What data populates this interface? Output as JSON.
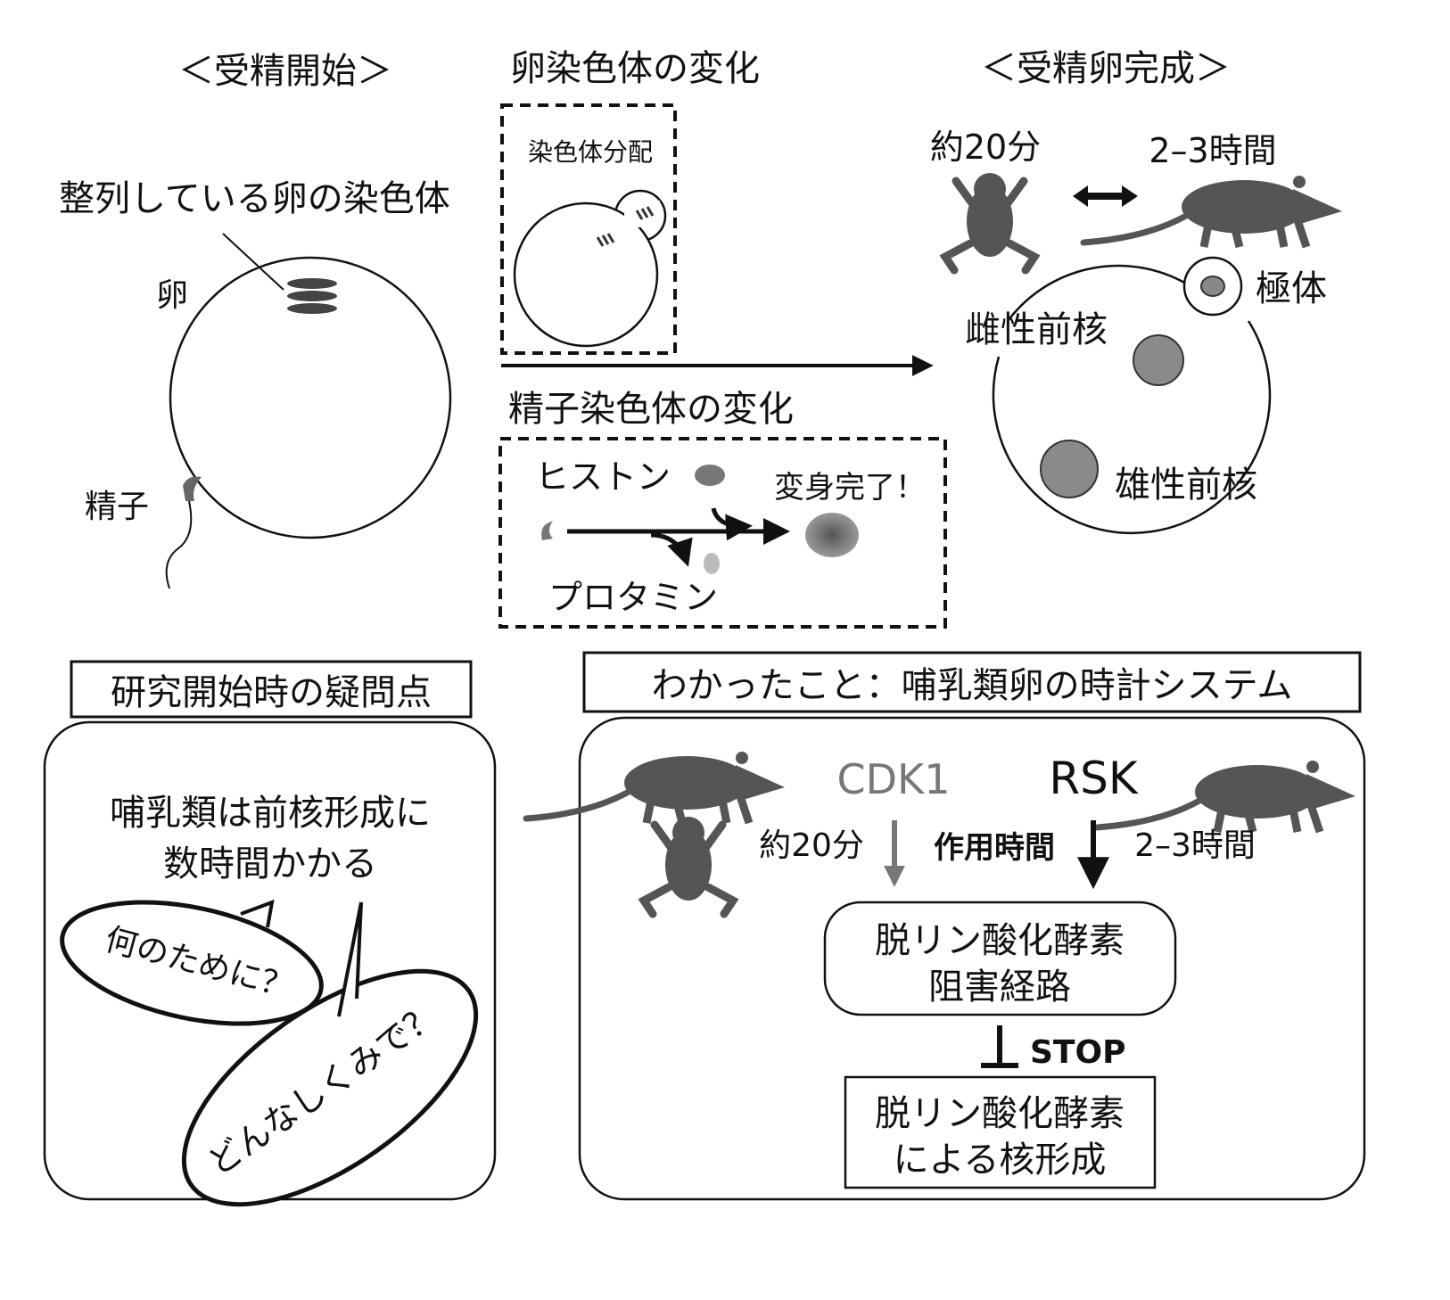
{
  "top": {
    "fertilization_start_title": "＜受精開始＞",
    "egg_chromosome_change_title": "卵染色体の変化",
    "zygote_complete_title": "＜受精卵完成＞",
    "aligned_chromosomes_label": "整列している卵の染色体",
    "egg_label": "卵",
    "sperm_label": "精子",
    "chromosome_distribution_label": "染色体分配",
    "sperm_chromosome_change_title": "精子染色体の変化",
    "histone_label": "ヒストン",
    "protamine_label": "プロタミン",
    "transformation_complete_label": "変身完了！",
    "frog_time_label": "約20分",
    "mouse_time_label": "2–3時間",
    "polar_body_label": "極体",
    "female_pronucleus_label": "雌性前核",
    "male_pronucleus_label": "雄性前核"
  },
  "questions": {
    "title": "研究開始時の疑問点",
    "statement_line1": "哺乳類は前核形成に",
    "statement_line2": "数時間かかる",
    "bubble1": "何のために？",
    "bubble2": "どんなしくみで？"
  },
  "findings": {
    "title": "わかったこと：哺乳類卵の時計システム",
    "cdk1_label": "CDK1",
    "rsk_label": "RSK",
    "frog_time_label": "約20分",
    "action_time_label": "作用時間",
    "mouse_time_label": "2–3時間",
    "pathway_line1": "脱リン酸化酵素",
    "pathway_line2": "阻害経路",
    "stop_label": "STOP",
    "result_line1": "脱リン酸化酵素",
    "result_line2": "による核形成"
  },
  "colors": {
    "silhouette": "#555555",
    "cdk1": "#777777",
    "pronucleus": "#8a8a8a"
  }
}
